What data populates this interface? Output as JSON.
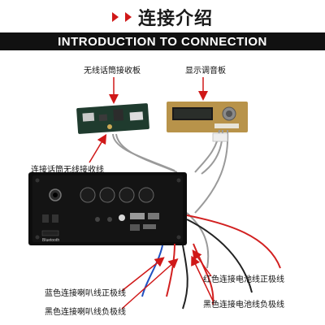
{
  "header": {
    "title": "连接介绍",
    "subtitle": "INTRODUCTION TO CONNECTION"
  },
  "labels": {
    "wireless_receiver_board": "无线话筒接收板",
    "display_tuning_board": "显示调音板",
    "wireless_receiver_cable": "连接话筒无线接收线",
    "red_battery_positive": "红色连接电池线正极线",
    "black_battery_negative": "黑色连接电池线负极线",
    "blue_speaker_positive": "蓝色连接喇叭线正极线",
    "black_speaker_negative": "黑色连接喇叭线负极线"
  },
  "board": {
    "brand_text": "Bluetooth"
  },
  "colors": {
    "accent_red": "#d01818",
    "pcb_green": "#1f3b2e",
    "pcb_tan": "#b8934a",
    "panel_black": "#0d0d0d"
  }
}
